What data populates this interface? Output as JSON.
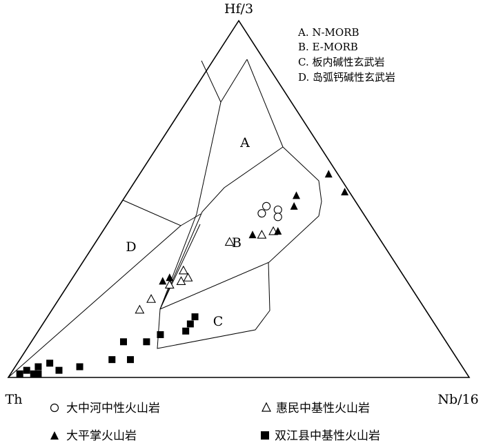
{
  "chart_data": {
    "type": "scatter",
    "title": "",
    "apex_labels": {
      "top": "Hf/3",
      "left": "Th",
      "right": "Nb/16"
    },
    "region_labels": {
      "A": "A",
      "B": "B",
      "C": "C",
      "D": "D"
    },
    "region_key": [
      "A. N-MORB",
      "B. E-MORB",
      "C. 板内碱性玄武岩",
      "D. 岛弧钙碱性玄武岩"
    ],
    "series": [
      {
        "name": "大中河中性火山岩",
        "marker": "open-circle",
        "points": [
          [
            0.18,
            0.47,
            0.35
          ],
          [
            0.2,
            0.48,
            0.32
          ],
          [
            0.22,
            0.46,
            0.32
          ],
          [
            0.19,
            0.45,
            0.36
          ]
        ]
      },
      {
        "name": "惠民中基性火山岩",
        "marker": "open-triangle",
        "points": [
          [
            0.25,
            0.4,
            0.35
          ],
          [
            0.22,
            0.41,
            0.37
          ],
          [
            0.33,
            0.38,
            0.29
          ],
          [
            0.47,
            0.3,
            0.23
          ],
          [
            0.47,
            0.28,
            0.25
          ],
          [
            0.49,
            0.27,
            0.24
          ],
          [
            0.52,
            0.26,
            0.22
          ],
          [
            0.58,
            0.22,
            0.2
          ],
          [
            0.62,
            0.19,
            0.19
          ]
        ]
      },
      {
        "name": "大平掌火山岩",
        "marker": "filled-triangle",
        "points": [
          [
            0.21,
            0.41,
            0.38
          ],
          [
            0.14,
            0.48,
            0.38
          ],
          [
            0.12,
            0.51,
            0.37
          ],
          [
            0.01,
            0.52,
            0.47
          ],
          [
            0.02,
            0.57,
            0.41
          ],
          [
            0.27,
            0.4,
            0.33
          ],
          [
            0.51,
            0.28,
            0.21
          ],
          [
            0.53,
            0.27,
            0.2
          ]
        ]
      },
      {
        "name": "双江县中基性火山岩",
        "marker": "filled-square",
        "points": [
          [
            0.71,
            0.05,
            0.24
          ],
          [
            0.7,
            0.1,
            0.2
          ],
          [
            0.65,
            0.1,
            0.25
          ],
          [
            0.61,
            0.12,
            0.27
          ],
          [
            0.55,
            0.13,
            0.32
          ],
          [
            0.51,
            0.17,
            0.32
          ],
          [
            0.53,
            0.15,
            0.32
          ],
          [
            0.75,
            0.05,
            0.2
          ],
          [
            0.83,
            0.03,
            0.14
          ],
          [
            0.88,
            0.02,
            0.1
          ],
          [
            0.89,
            0.04,
            0.07
          ],
          [
            0.93,
            0.01,
            0.06
          ],
          [
            0.92,
            0.03,
            0.05
          ],
          [
            0.94,
            0.01,
            0.05
          ],
          [
            0.95,
            0.02,
            0.03
          ],
          [
            0.97,
            0.01,
            0.02
          ]
        ]
      }
    ]
  }
}
